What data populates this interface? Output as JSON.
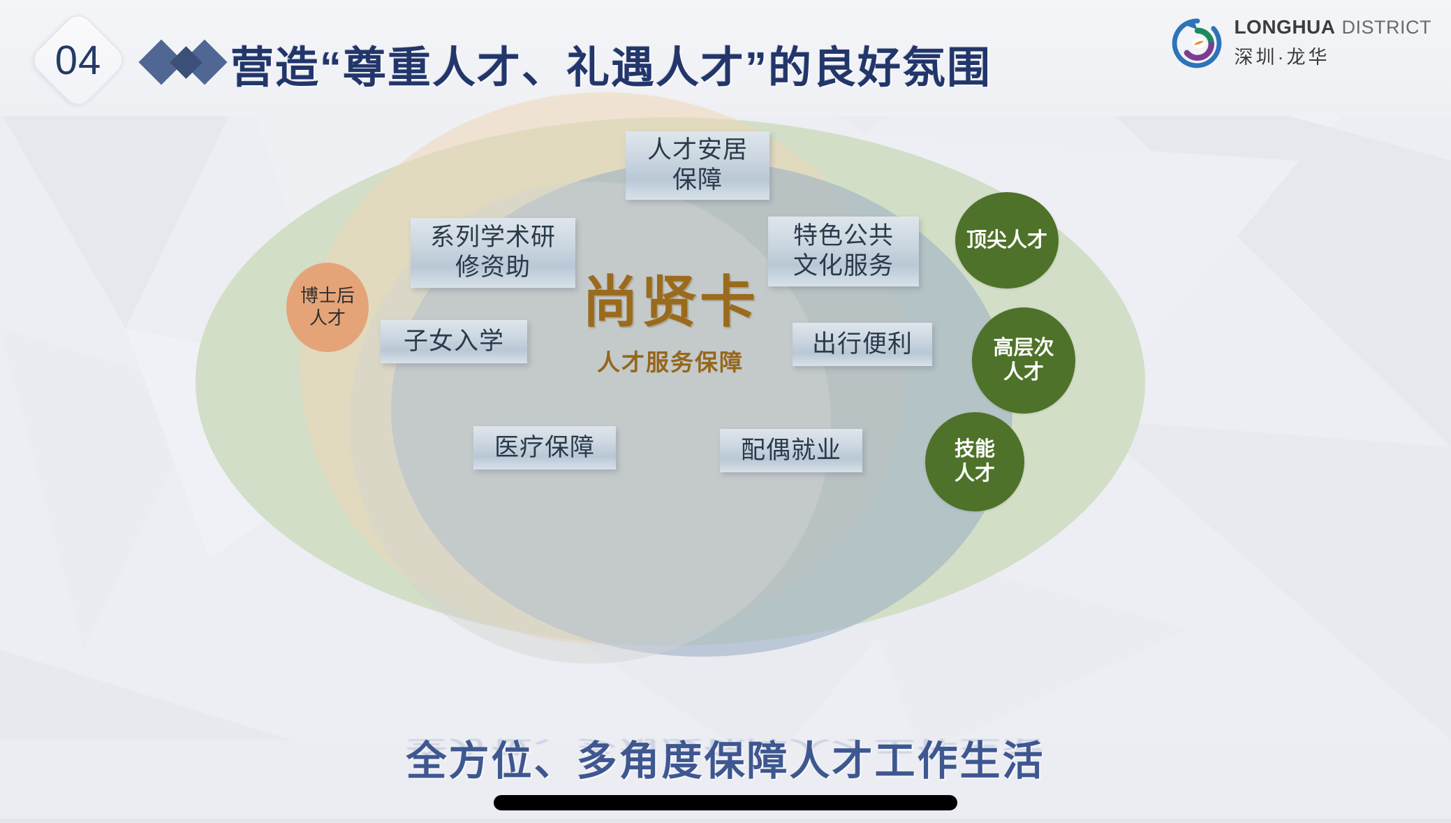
{
  "header": {
    "section_number": "04",
    "title": "营造“尊重人才、礼遇人才”的良好氛围",
    "diamond_icon": "diamond-bullet-icon"
  },
  "logo": {
    "mark": "longhua-district-logo-icon",
    "name_en_bold": "LONGHUA",
    "name_en_light": "DISTRICT",
    "name_cn": "深圳·龙华"
  },
  "diagram": {
    "center": {
      "main": "尚贤卡",
      "sub": "人才服务保障"
    },
    "talent_circles": [
      {
        "label": "顶尖人才",
        "color": "#4e7229"
      },
      {
        "label": "高层次\n人才",
        "line1": "高层次",
        "line2": "人才",
        "color": "#4e7229"
      },
      {
        "label": "技能\n人才",
        "line1": "技能",
        "line2": "人才",
        "color": "#4e7229"
      }
    ],
    "postdoc_circle": {
      "line1": "博士后",
      "line2": "人才",
      "color": "#e5a478"
    },
    "service_boxes": [
      {
        "id": "housing",
        "line1": "人才安居",
        "line2": "保障"
      },
      {
        "id": "academic",
        "line1": "系列学术研",
        "line2": "修资助"
      },
      {
        "id": "culture",
        "line1": "特色公共",
        "line2": "文化服务"
      },
      {
        "id": "schooling",
        "line1": "子女入学",
        "line2": ""
      },
      {
        "id": "travel",
        "line1": "出行便利",
        "line2": ""
      },
      {
        "id": "medical",
        "line1": "医疗保障",
        "line2": ""
      },
      {
        "id": "spouse",
        "line1": "配偶就业",
        "line2": ""
      }
    ],
    "ellipse_colors": {
      "green": "#cfdcc2",
      "tan": "#efd8b7",
      "blue": "#9fb3c6",
      "grey": "#d2d2d2"
    }
  },
  "footer": {
    "caption": "全方位、多角度保障人才工作生活"
  },
  "colors": {
    "title_blue": "#22366a",
    "gold": "#9a6b1d",
    "caption_blue": "#3f5790",
    "diamond_blue": "#4f6792"
  }
}
